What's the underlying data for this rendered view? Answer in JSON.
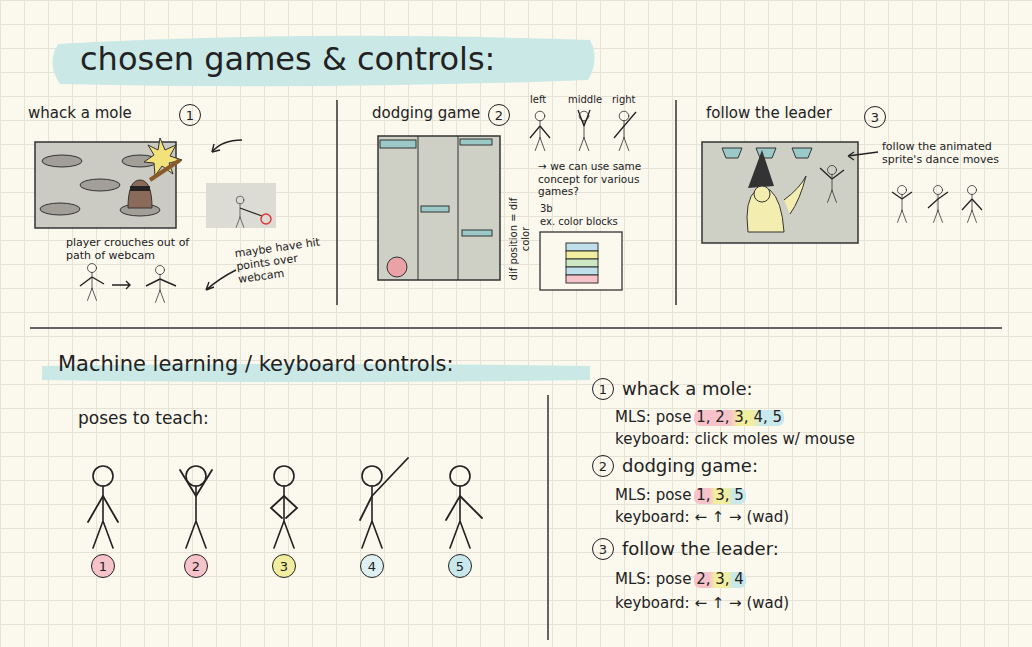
{
  "diagram": {
    "title": "chosen games & controls:",
    "nodes": [
      {
        "text": [
          "1"
        ]
      },
      {
        "text": [
          "2"
        ]
      },
      {
        "text": [
          "3"
        ]
      },
      {
        "text": [
          "1"
        ]
      },
      {
        "text": [
          "2"
        ]
      },
      {
        "text": [
          "3"
        ]
      },
      {
        "text": [
          "4"
        ]
      },
      {
        "text": [
          "5"
        ]
      },
      {
        "text": [
          "1"
        ]
      },
      {
        "text": [
          "2"
        ]
      },
      {
        "text": [
          "3"
        ]
      }
    ],
    "labels": [
      "whack a mole",
      "player crouches out of path of webcam",
      "maybe have hit points over webcam",
      "dodging game",
      "left",
      "middle",
      "right",
      "→ we can use same concept for various games?",
      "3b",
      "ex. color blocks",
      "dif position = dif color",
      "follow the leader",
      "follow the animated sprite's dance moves",
      "Machine learning / keyboard controls:",
      "poses to teach:",
      "whack a mole:",
      "MLS: pose 1, 2, 3, 4, 5",
      "keyboard: click moles w/ mouse",
      "dodging game:",
      "MLS: pose 1, 3, 5",
      "keyboard: ← ↑ → (wad)",
      "follow the leader:",
      "MLS: pose 2, 3, 4",
      "keyboard: ← ↑ → (wad)"
    ]
  }
}
